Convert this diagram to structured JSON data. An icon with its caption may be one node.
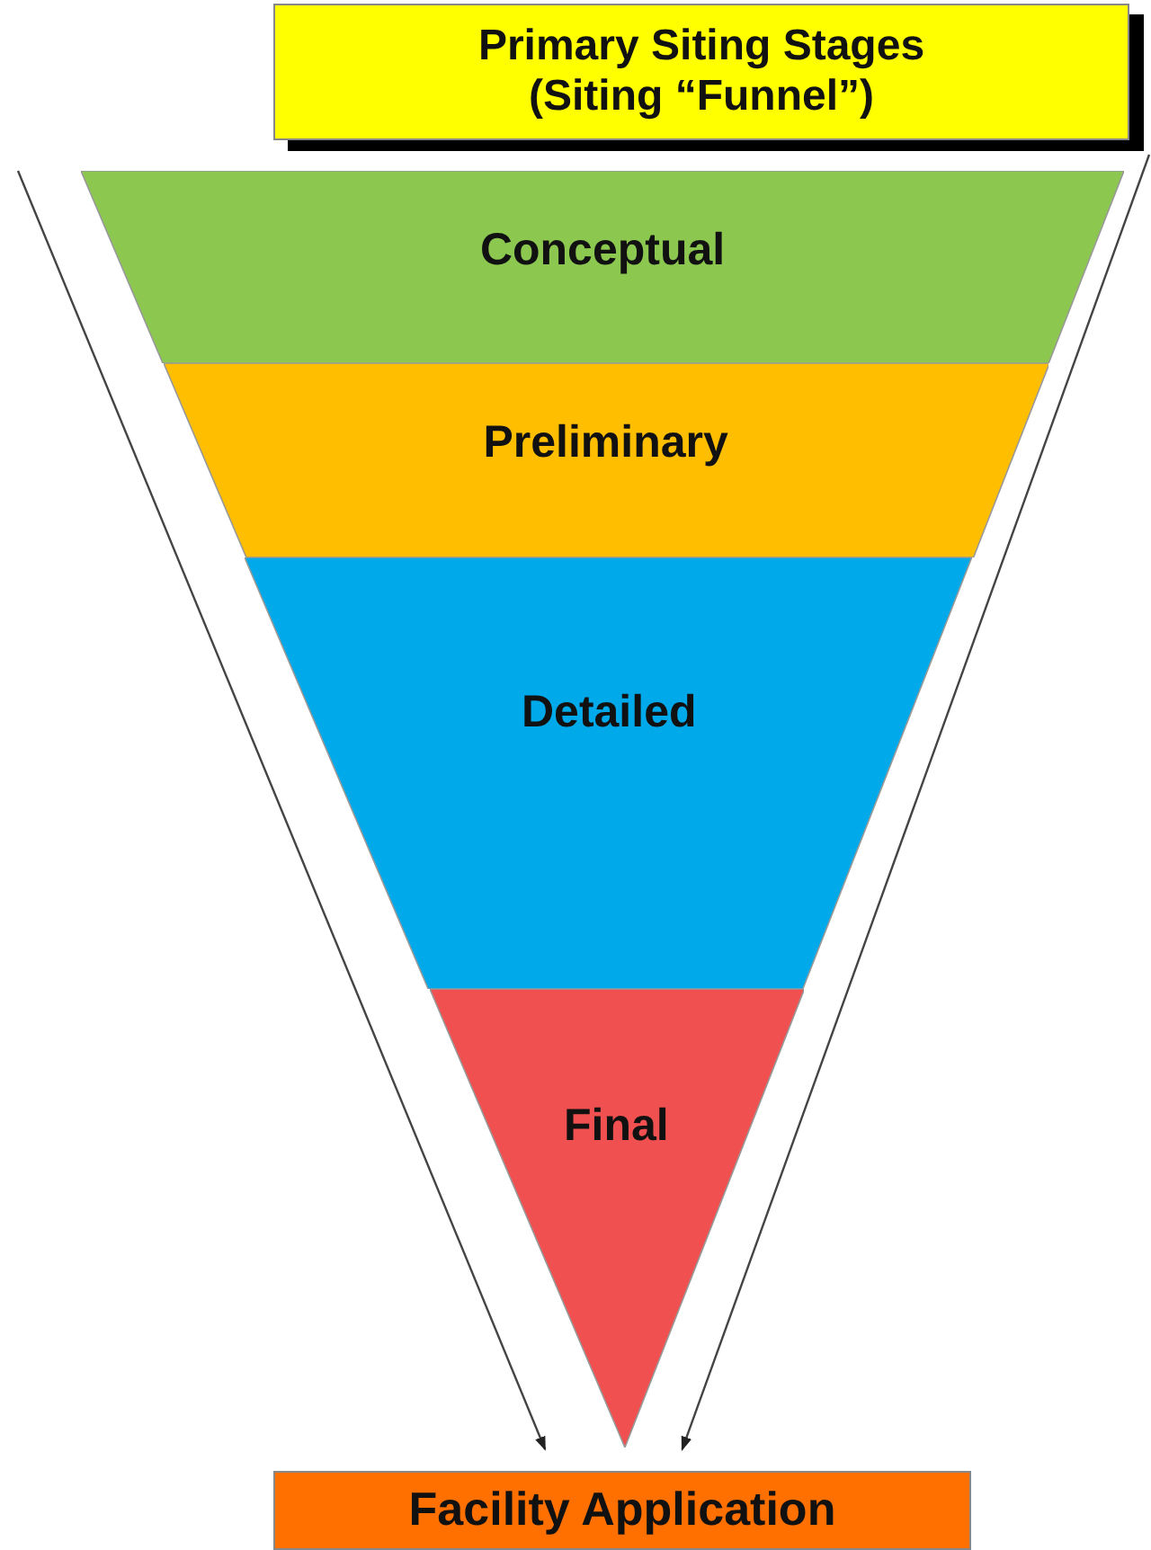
{
  "diagram": {
    "nodes": [
      {
        "text": [
          "Primary Siting Stages (Siting “Funnel”)"
        ]
      },
      {
        "text": [
          "Conceptual"
        ]
      },
      {
        "text": [
          "Preliminary"
        ]
      },
      {
        "text": [
          "Detailed"
        ]
      },
      {
        "text": [
          "Final"
        ]
      },
      {
        "text": [
          "Facility Application"
        ]
      }
    ],
    "edges": [
      {
        "from": null,
        "to": 5,
        "arrow": "to"
      },
      {
        "from": null,
        "to": 5,
        "arrow": "to"
      }
    ]
  }
}
